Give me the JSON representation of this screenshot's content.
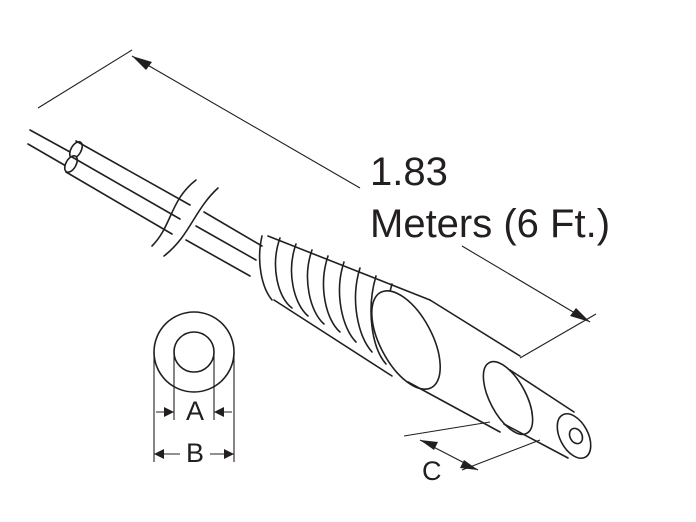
{
  "diagram": {
    "length_value": "1.83",
    "length_unit": "Meters (6 Ft.)",
    "dim_a_label": "A",
    "dim_b_label": "B",
    "dim_c_label": "C"
  },
  "colors": {
    "line": "#231f20",
    "background": "#ffffff"
  }
}
